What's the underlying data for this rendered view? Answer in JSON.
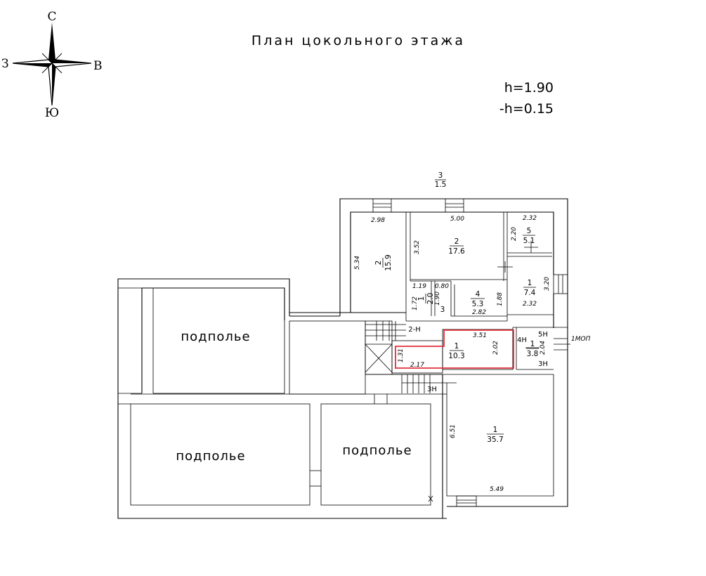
{
  "title": "План цокольного этажа",
  "heights": {
    "h": "h=1.90",
    "minus_h": "-h=0.15"
  },
  "compass": {
    "north": "С",
    "south": "Ю",
    "west": "З",
    "east": "В"
  },
  "accent_color": "#e0303a",
  "underfloor_label": "подполье",
  "outside": {
    "number": "3",
    "area": "1.5"
  },
  "rooms": {
    "r2a": {
      "number": "2",
      "area": "15.9",
      "w": "2.98",
      "h": "5.34"
    },
    "r2b": {
      "number": "2",
      "area": "17.6",
      "w": "5.00",
      "h": "3.52"
    },
    "r5": {
      "number": "5",
      "area": "5.1",
      "w": "2.32",
      "h": "2.20"
    },
    "r1a": {
      "number": "1",
      "area": "7.4",
      "w": "2.32",
      "h": "3.20"
    },
    "r1b": {
      "number": "1",
      "area": "2.0",
      "w": "1.19",
      "h": "1.72",
      "h2": "1.90",
      "w2": "0.80",
      "extra": "3"
    },
    "r4": {
      "number": "4",
      "area": "5.3",
      "w": "2.82",
      "h": "1.88"
    },
    "r1c": {
      "number": "1",
      "area": "10.3",
      "w": "3.51",
      "h": "2.02",
      "w2": "2.17",
      "h2": "1.31"
    },
    "r1d": {
      "number": "1",
      "area": "3.8",
      "h": "2.04"
    },
    "r1e": {
      "number": "1",
      "area": "35.7",
      "w": "5.49",
      "h": "6.51"
    }
  },
  "marks": {
    "m2h": "2-Н",
    "m4h": "4Н",
    "m5h": "5Н",
    "m3h_a": "3Н",
    "m3h_b": "3Н",
    "mop": "1МОП"
  }
}
